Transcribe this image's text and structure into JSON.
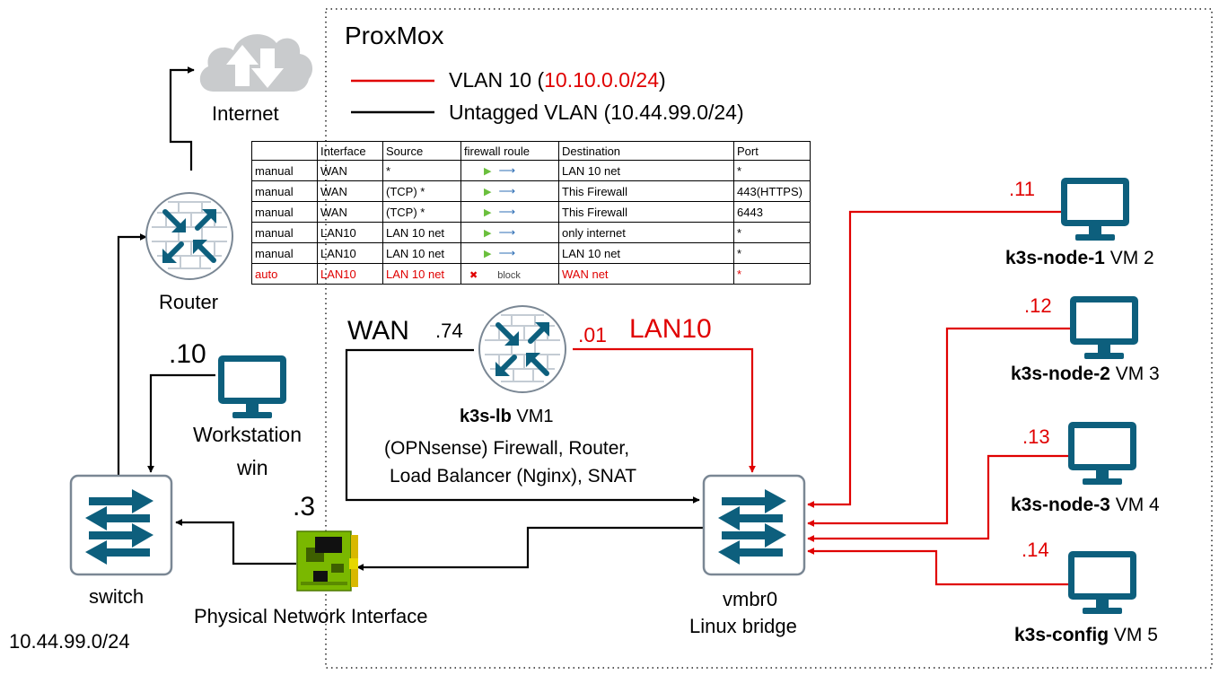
{
  "proxmox": {
    "title": "ProxMox"
  },
  "legend": {
    "vlan10_prefix": "VLAN 10 (",
    "vlan10_subnet": "10.10.0.0/24",
    "vlan10_suffix": ")",
    "untagged": "Untagged VLAN (10.44.99.0/24)",
    "colors": {
      "vlan10": "#e00000",
      "untagged": "#000000"
    }
  },
  "internet": {
    "label": "Internet"
  },
  "router": {
    "label": "Router"
  },
  "switch": {
    "label": "switch",
    "subnet": "10.44.99.0/24"
  },
  "workstation": {
    "ip": ".10",
    "line1": "Workstation",
    "line2": "win"
  },
  "nic": {
    "ip": ".3",
    "label": "Physical Network Interface"
  },
  "lb": {
    "wan_label": "WAN",
    "wan_ip": ".74",
    "lan_ip": ".01",
    "lan_label": "LAN10",
    "name": "k3s-lb",
    "vm": " VM1",
    "desc1": "(OPNsense)  Firewall, Router,",
    "desc2": "Load Balancer (Nginx), SNAT"
  },
  "bridge": {
    "line1": "vmbr0",
    "line2": "Linux bridge"
  },
  "nodes": [
    {
      "ip": ".11",
      "name": "k3s-node-1",
      "vm": " VM 2"
    },
    {
      "ip": ".12",
      "name": "k3s-node-2",
      "vm": " VM 3"
    },
    {
      "ip": ".13",
      "name": "k3s-node-3",
      "vm": " VM 4"
    },
    {
      "ip": ".14",
      "name": "k3s-config",
      "vm": " VM 5"
    }
  ],
  "firewall_table": {
    "headers": [
      "",
      "Interface",
      "Source",
      "firewall roule",
      "Destination",
      "Port"
    ],
    "rows": [
      {
        "type": "manual",
        "interface": "WAN",
        "source": "*",
        "action": "pass",
        "destination": "LAN 10 net",
        "port": "*"
      },
      {
        "type": "manual",
        "interface": "WAN",
        "source": "(TCP) *",
        "action": "pass",
        "destination": "This Firewall",
        "port": "443(HTTPS)"
      },
      {
        "type": "manual",
        "interface": "WAN",
        "source": "(TCP) *",
        "action": "pass",
        "destination": "This Firewall",
        "port": "6443"
      },
      {
        "type": "manual",
        "interface": "LAN10",
        "source": "LAN 10 net",
        "action": "pass",
        "destination": "only internet",
        "port": "*"
      },
      {
        "type": "manual",
        "interface": "LAN10",
        "source": "LAN 10 net",
        "action": "pass",
        "destination": "LAN 10 net",
        "port": "*"
      },
      {
        "type": "auto",
        "interface": "LAN10",
        "source": "LAN 10 net",
        "action": "block",
        "block_label": "block",
        "destination": "WAN net",
        "port": "*"
      }
    ]
  }
}
